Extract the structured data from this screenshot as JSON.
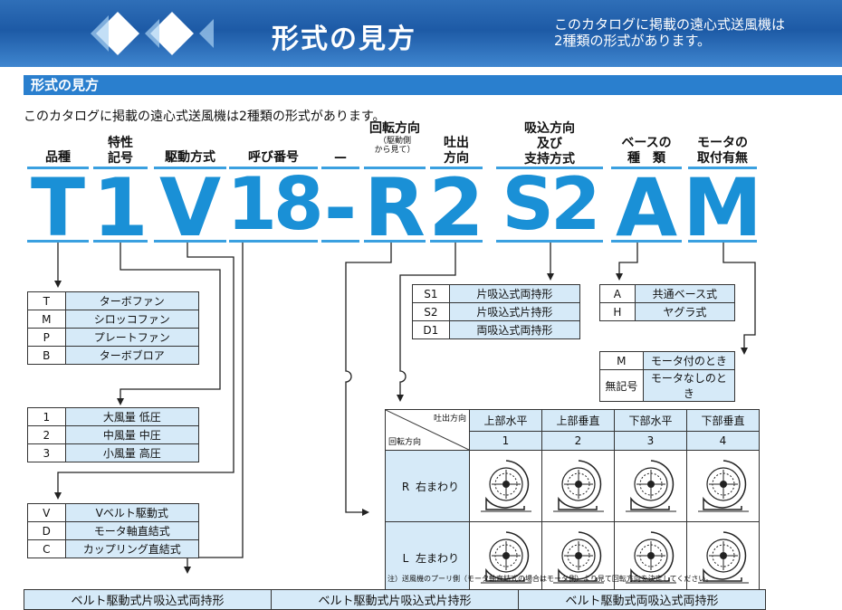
{
  "header": {
    "title": "形式の見方",
    "desc_line1": "このカタログに掲載の遠心式送風機は",
    "desc_line2": "2種類の形式があります。"
  },
  "section": {
    "title": "形式の見方",
    "intro": "このカタログに掲載の遠心式送風機は2種類の形式があります。"
  },
  "columns": [
    {
      "label": "品種"
    },
    {
      "label": "特性\n記号"
    },
    {
      "label": "駆動方式"
    },
    {
      "label": "呼び番号"
    },
    {
      "label": "—"
    },
    {
      "label": "回転方向",
      "sub": "（駆動側\nから見て）"
    },
    {
      "label": "吐出\n方向"
    },
    {
      "label": "吸込方向\n及び\n支持方式"
    },
    {
      "label": "ベースの\n種　類"
    },
    {
      "label": "モータの\n取付有無"
    }
  ],
  "code": [
    "T",
    "1",
    "V",
    "18",
    "-",
    "R",
    "2",
    "S2",
    "A",
    "M"
  ],
  "type_table": [
    {
      "code": "T",
      "name": "ターボファン"
    },
    {
      "code": "M",
      "name": "シロッコファン"
    },
    {
      "code": "P",
      "name": "プレートファン"
    },
    {
      "code": "B",
      "name": "ターボブロア"
    }
  ],
  "char_table": [
    {
      "code": "1",
      "name": "大風量 低圧"
    },
    {
      "code": "2",
      "name": "中風量 中圧"
    },
    {
      "code": "3",
      "name": "小風量 高圧"
    }
  ],
  "drive_table": [
    {
      "code": "V",
      "name": "Vベルト駆動式"
    },
    {
      "code": "D",
      "name": "モータ軸直結式"
    },
    {
      "code": "C",
      "name": "カップリング直結式"
    }
  ],
  "support_table": [
    {
      "code": "S1",
      "name": "片吸込式両持形"
    },
    {
      "code": "S2",
      "name": "片吸込式片持形"
    },
    {
      "code": "D1",
      "name": "両吸込式両持形"
    }
  ],
  "base_table": [
    {
      "code": "A",
      "name": "共通ベース式"
    },
    {
      "code": "H",
      "name": "ヤグラ式"
    }
  ],
  "motor_table": [
    {
      "code": "M",
      "name": "モータ付のとき"
    },
    {
      "code": "無記号",
      "name": "モータなしのとき"
    }
  ],
  "grid": {
    "corner_top": "吐出方向",
    "corner_bottom": "回転方向",
    "directions": [
      {
        "name": "上部水平",
        "num": "1"
      },
      {
        "name": "上部垂直",
        "num": "2"
      },
      {
        "name": "下部水平",
        "num": "3"
      },
      {
        "name": "下部垂直",
        "num": "4"
      }
    ],
    "rows": [
      {
        "code": "R",
        "name": "右まわり"
      },
      {
        "code": "L",
        "name": "左まわり"
      }
    ],
    "note": "注）送風機のプーリ側（モータ軸直結式の場合はモータ側）より見て回転方向を決定してください。"
  },
  "footer": [
    "ベルト駆動式片吸込式両持形",
    "ベルト駆動式片吸込式片持形",
    "ベルト駆動式両吸込式両持形"
  ],
  "colors": {
    "accent": "#1a90d6",
    "banner": "#1d5aa6",
    "table_fill": "#d6eaf8"
  }
}
